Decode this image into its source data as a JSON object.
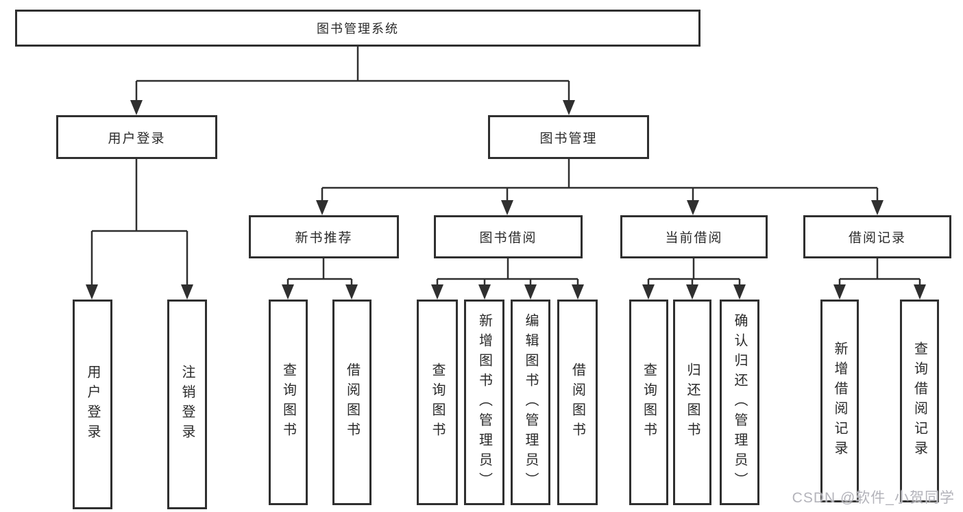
{
  "diagram": {
    "title": "图书管理系统",
    "level2": {
      "user_login": "用户登录",
      "book_management": "图书管理"
    },
    "level3": {
      "new_book_recommend": "新书推荐",
      "book_borrow": "图书借阅",
      "current_borrow": "当前借阅",
      "borrow_records": "借阅记录"
    },
    "leaves": {
      "user_login": "用户登录",
      "logout": "注销登录",
      "nbr_query_books": "查询图书",
      "nbr_borrow_books": "借阅图书",
      "bb_query_books": "查询图书",
      "bb_add_books": "新增图书（管理员）",
      "bb_edit_books": "编辑图书（管理员）",
      "bb_borrow_books": "借阅图书",
      "cb_query_books": "查询图书",
      "cb_return_books": "归还图书",
      "cb_confirm_return": "确认归还（管理员）",
      "br_add_record": "新增借阅记录",
      "br_query_record": "查询借阅记录"
    },
    "watermark": "CSDN @软件_小贺同学",
    "colors": {
      "line": "#2f2f2f",
      "text": "#2a2a2a",
      "watermark": "#b3b3ba",
      "background": "#ffffff"
    }
  }
}
